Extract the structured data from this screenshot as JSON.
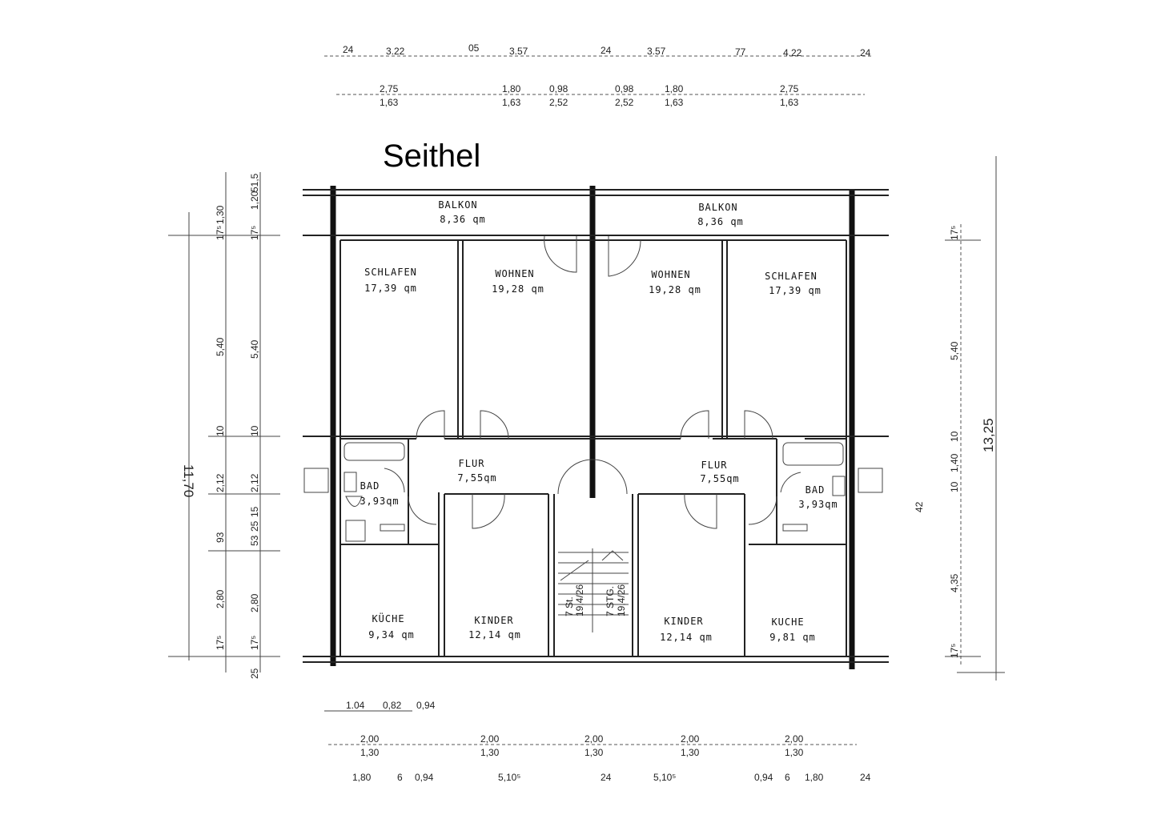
{
  "title": "Seithel",
  "rooms": {
    "balkon_left": {
      "name": "BALKON",
      "area": "8,36 qm"
    },
    "balkon_right": {
      "name": "BALKON",
      "area": "8,36 qm"
    },
    "schlafen_left": {
      "name": "SCHLAFEN",
      "area": "17,39 qm"
    },
    "wohnen_left": {
      "name": "WOHNEN",
      "area": "19,28 qm"
    },
    "wohnen_right": {
      "name": "WOHNEN",
      "area": "19,28 qm"
    },
    "schlafen_right": {
      "name": "SCHLAFEN",
      "area": "17,39 qm"
    },
    "flur_left": {
      "name": "FLUR",
      "area": "7,55qm"
    },
    "flur_right": {
      "name": "FLUR",
      "area": "7,55qm"
    },
    "bad_left": {
      "name": "BAD",
      "area": "3,93qm"
    },
    "bad_right": {
      "name": "BAD",
      "area": "3,93qm"
    },
    "kueche_left": {
      "name": "KÜCHE",
      "area": "9,34 qm"
    },
    "kinder_left": {
      "name": "KINDER",
      "area": "12,14 qm"
    },
    "kinder_right": {
      "name": "KINDER",
      "area": "12,14 qm"
    },
    "kueche_right": {
      "name": "KUCHE",
      "area": "9,81 qm"
    }
  },
  "stairs": {
    "left": [
      "7 St.",
      "19,4/26"
    ],
    "right": [
      "7 STG.",
      "19,4/26"
    ]
  },
  "dims": {
    "top1": [
      "24",
      "3.22",
      "05",
      "3.57",
      "24",
      "3.57",
      "77",
      "4.22",
      "24"
    ],
    "top2": [
      [
        "2,75",
        "1,63"
      ],
      [
        "1,80",
        "1,63"
      ],
      [
        "0,98",
        "2,52"
      ],
      [
        "0,98",
        "2,52"
      ],
      [
        "1,80",
        "1,63"
      ],
      [
        "2,75",
        "1,63"
      ]
    ],
    "bottom1": [
      "1.04",
      "0,82",
      "0,94"
    ],
    "bottom2": [
      [
        "2,00",
        "1,30"
      ],
      [
        "2,00",
        "1,30"
      ],
      [
        "2,00",
        "1,30"
      ],
      [
        "2,00",
        "1,30"
      ],
      [
        "2,00",
        "1,30"
      ]
    ],
    "bottom3": [
      "1,80",
      "6",
      "0,94",
      "5,10⁵",
      "24",
      "5,10⁵",
      "0,94",
      "6",
      "1,80",
      "24"
    ],
    "left_total": "11,70",
    "left1": [
      "1,30",
      "17⁵",
      "5,40",
      "10",
      "2,12",
      "93",
      "2,80",
      "17⁵",
      "25"
    ],
    "left2": [
      "1,20",
      "51,5",
      "17⁵",
      "5,40",
      "10",
      "2,12",
      "15",
      "25",
      "53",
      "2,80",
      "17⁵"
    ],
    "right_total": "13,25",
    "right1": [
      "17⁵",
      "5,40",
      "10",
      "1,40",
      "10",
      "42",
      "4,35",
      "17⁵"
    ]
  }
}
